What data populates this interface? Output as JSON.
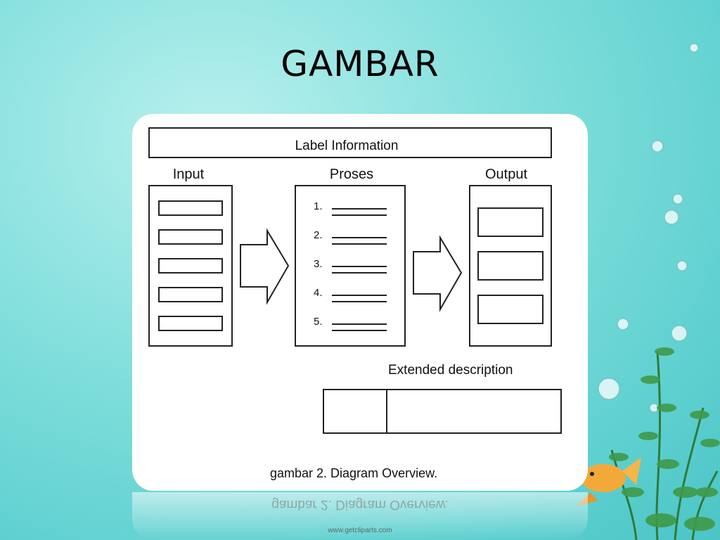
{
  "slide": {
    "title": "GAMBAR",
    "watermark": "www.getcliparts.com"
  },
  "diagram": {
    "header_label": "Label Information",
    "input_label": "Input",
    "process_label": "Proses",
    "output_label": "Output",
    "process_steps": [
      "1.",
      "2.",
      "3.",
      "4.",
      "5."
    ],
    "extended_label": "Extended description",
    "caption": "gambar 2.  Diagram Overview."
  },
  "colors": {
    "background": "#7fdedb",
    "card": "#ffffff",
    "stroke": "#222222"
  }
}
